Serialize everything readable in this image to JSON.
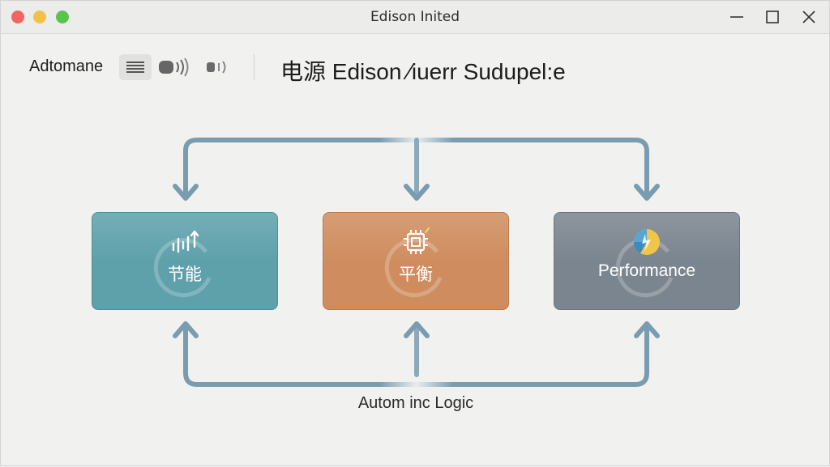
{
  "window": {
    "title": "Edison Inited"
  },
  "toolbar": {
    "label": "Adtomane",
    "buttons": [
      {
        "icon": "list-icon"
      },
      {
        "icon": "sound-wave-icon"
      },
      {
        "icon": "speaker-icon"
      }
    ]
  },
  "header": {
    "title": "电源 Edison ⁄iuerr Sudupel:e"
  },
  "modes": [
    {
      "label": "节能",
      "icon": "signal-bars-icon",
      "color": "#5ea1ab"
    },
    {
      "label": "平衡",
      "icon": "chip-icon",
      "color": "#cf8d5f"
    },
    {
      "label": "Performance",
      "icon": "pie-chart-icon",
      "color": "#7b858f"
    }
  ],
  "footer": {
    "label": "Autom inc Logic"
  },
  "colors": {
    "arrow": "#7a9cb0",
    "close": "#f0665f",
    "minimize": "#f3c04a",
    "maximize": "#5ac54c"
  }
}
